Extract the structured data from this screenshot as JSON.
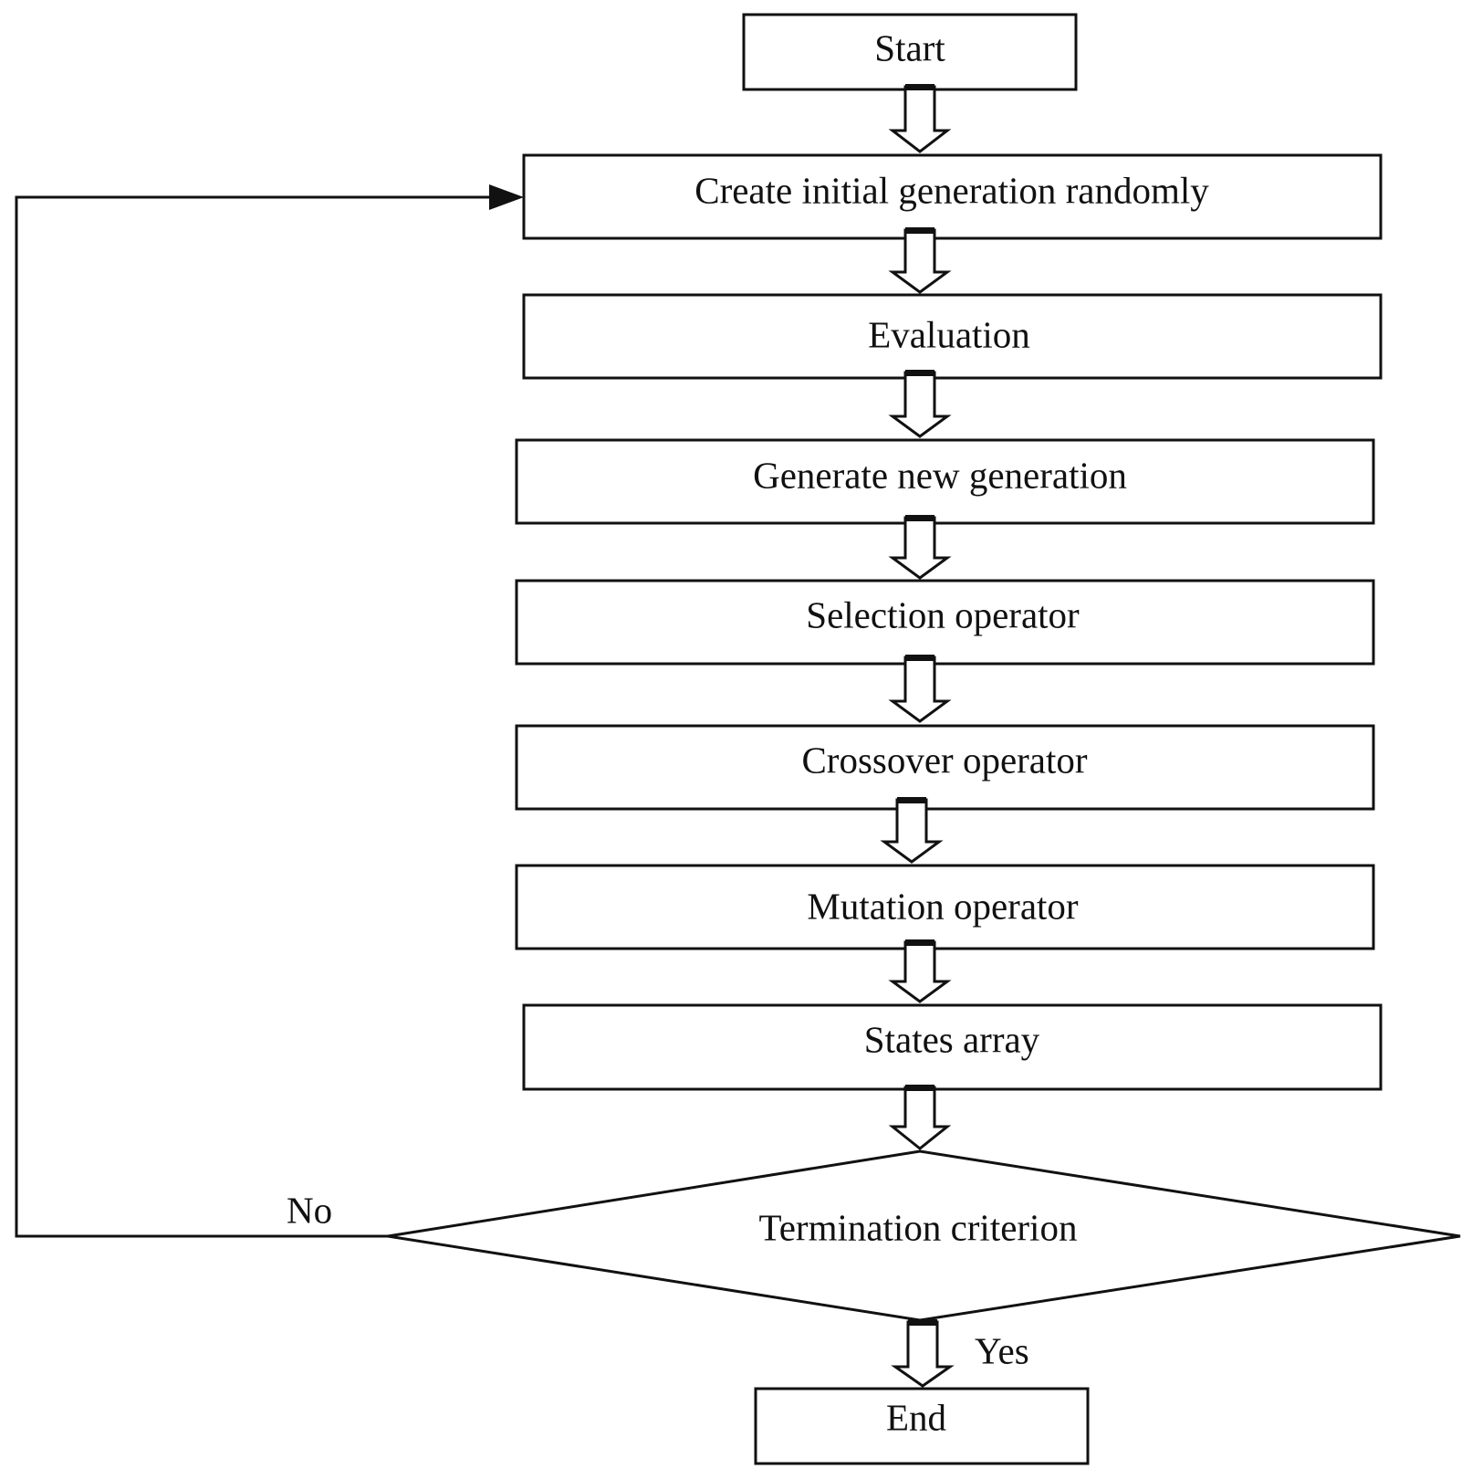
{
  "flowchart": {
    "steps": [
      {
        "id": "start",
        "label": "Start"
      },
      {
        "id": "create",
        "label": "Create initial generation randomly"
      },
      {
        "id": "evaluation",
        "label": "Evaluation"
      },
      {
        "id": "generate",
        "label": "Generate new generation"
      },
      {
        "id": "selection",
        "label": "Selection operator"
      },
      {
        "id": "crossover",
        "label": "Crossover operator"
      },
      {
        "id": "mutation",
        "label": "Mutation operator"
      },
      {
        "id": "states",
        "label": "States array"
      },
      {
        "id": "end",
        "label": "End"
      }
    ],
    "decision": {
      "label": "Termination criterion",
      "no_label": "No",
      "yes_label": "Yes"
    }
  }
}
